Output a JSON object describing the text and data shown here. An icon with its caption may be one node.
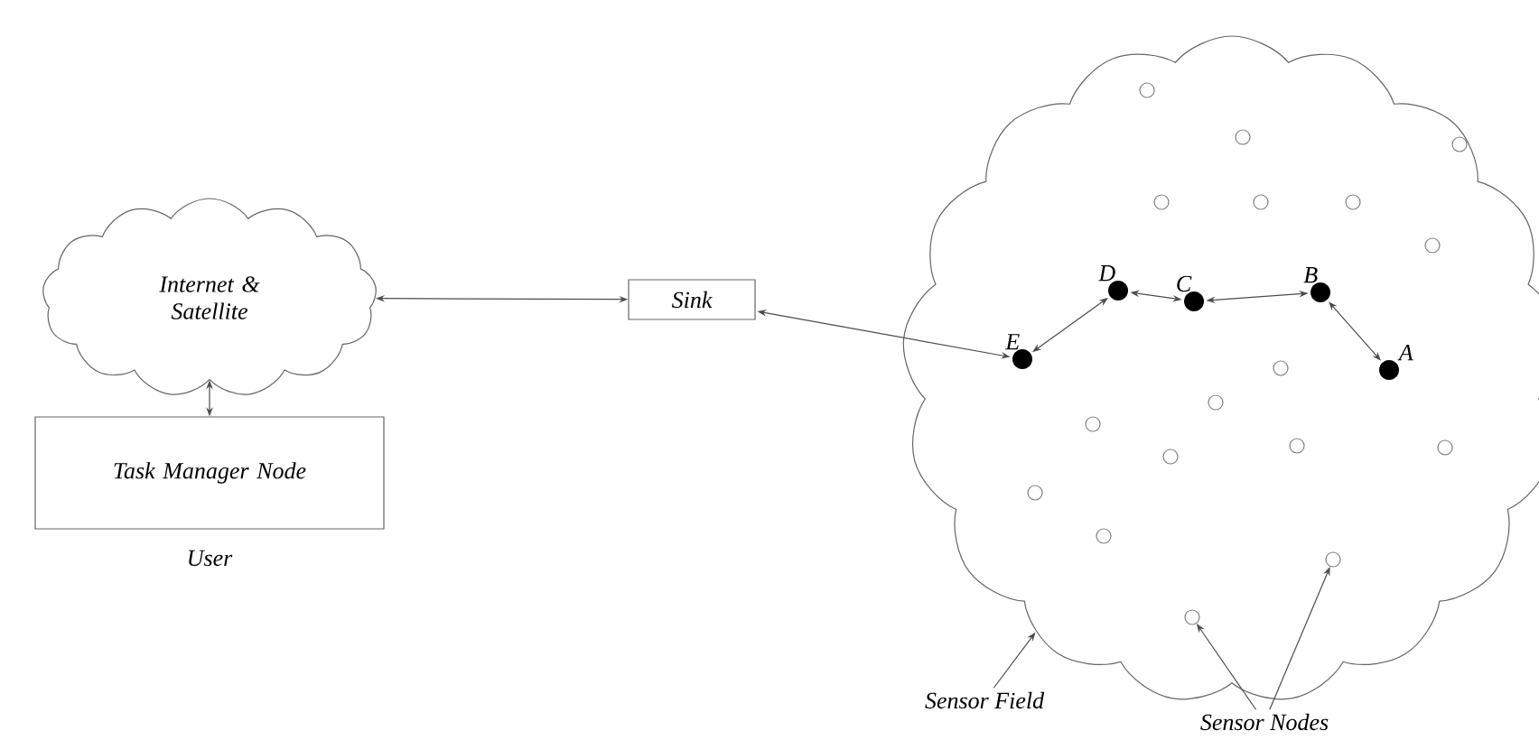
{
  "diagram": {
    "nodes": [
      {
        "text": [
          "Internet & Satellite"
        ]
      },
      {
        "text": [
          "Task Manager Node"
        ],
        "beside": [
          "User"
        ]
      },
      {
        "text": [
          "Sink"
        ]
      },
      {
        "text": [],
        "shape": "cloud"
      },
      {
        "text": [
          "E"
        ],
        "in": 3
      },
      {
        "text": [
          "D"
        ],
        "in": 3
      },
      {
        "text": [
          "C"
        ],
        "in": 3
      },
      {
        "text": [
          "B"
        ],
        "in": 3
      },
      {
        "text": [
          "A"
        ],
        "in": 3
      },
      {
        "text": [],
        "shape": "circle",
        "in": 3
      },
      {
        "text": [],
        "shape": "circle",
        "in": 3
      },
      {
        "text": [],
        "shape": "circle",
        "in": 3
      },
      {
        "text": [],
        "shape": "circle",
        "in": 3
      },
      {
        "text": [],
        "shape": "circle",
        "in": 3
      },
      {
        "text": [],
        "shape": "circle",
        "in": 3
      },
      {
        "text": [],
        "shape": "circle",
        "in": 3
      },
      {
        "text": [],
        "shape": "circle",
        "in": 3
      },
      {
        "text": [],
        "shape": "circle",
        "in": 3
      },
      {
        "text": [],
        "shape": "circle",
        "in": 3
      },
      {
        "text": [],
        "shape": "circle",
        "in": 3
      },
      {
        "text": [],
        "shape": "circle",
        "in": 3
      },
      {
        "text": [],
        "shape": "circle",
        "in": 3
      },
      {
        "text": [],
        "shape": "circle",
        "in": 3
      },
      {
        "text": [],
        "shape": "circle",
        "in": 3
      },
      {
        "text": [],
        "shape": "circle",
        "in": 3
      },
      {
        "text": [],
        "shape": "circle",
        "in": 3
      },
      {
        "text": [
          "Sensor Field"
        ]
      },
      {
        "text": [
          "Sensor Nodes"
        ]
      }
    ],
    "edges": [
      {
        "from": 0,
        "to": 2,
        "arrow": "both"
      },
      {
        "from": 0,
        "to": 1,
        "arrow": "both"
      },
      {
        "from": 2,
        "to": 4,
        "arrow": "both"
      },
      {
        "from": 4,
        "to": 5,
        "arrow": "both"
      },
      {
        "from": 5,
        "to": 6,
        "arrow": "both"
      },
      {
        "from": 6,
        "to": 7,
        "arrow": "both"
      },
      {
        "from": 7,
        "to": 8,
        "arrow": "both"
      },
      {
        "from": 26,
        "to": 3,
        "arrow": "to"
      },
      {
        "from": 27,
        "to": 25,
        "arrow": "to"
      },
      {
        "from": 27,
        "to": 24,
        "arrow": "to"
      }
    ]
  }
}
